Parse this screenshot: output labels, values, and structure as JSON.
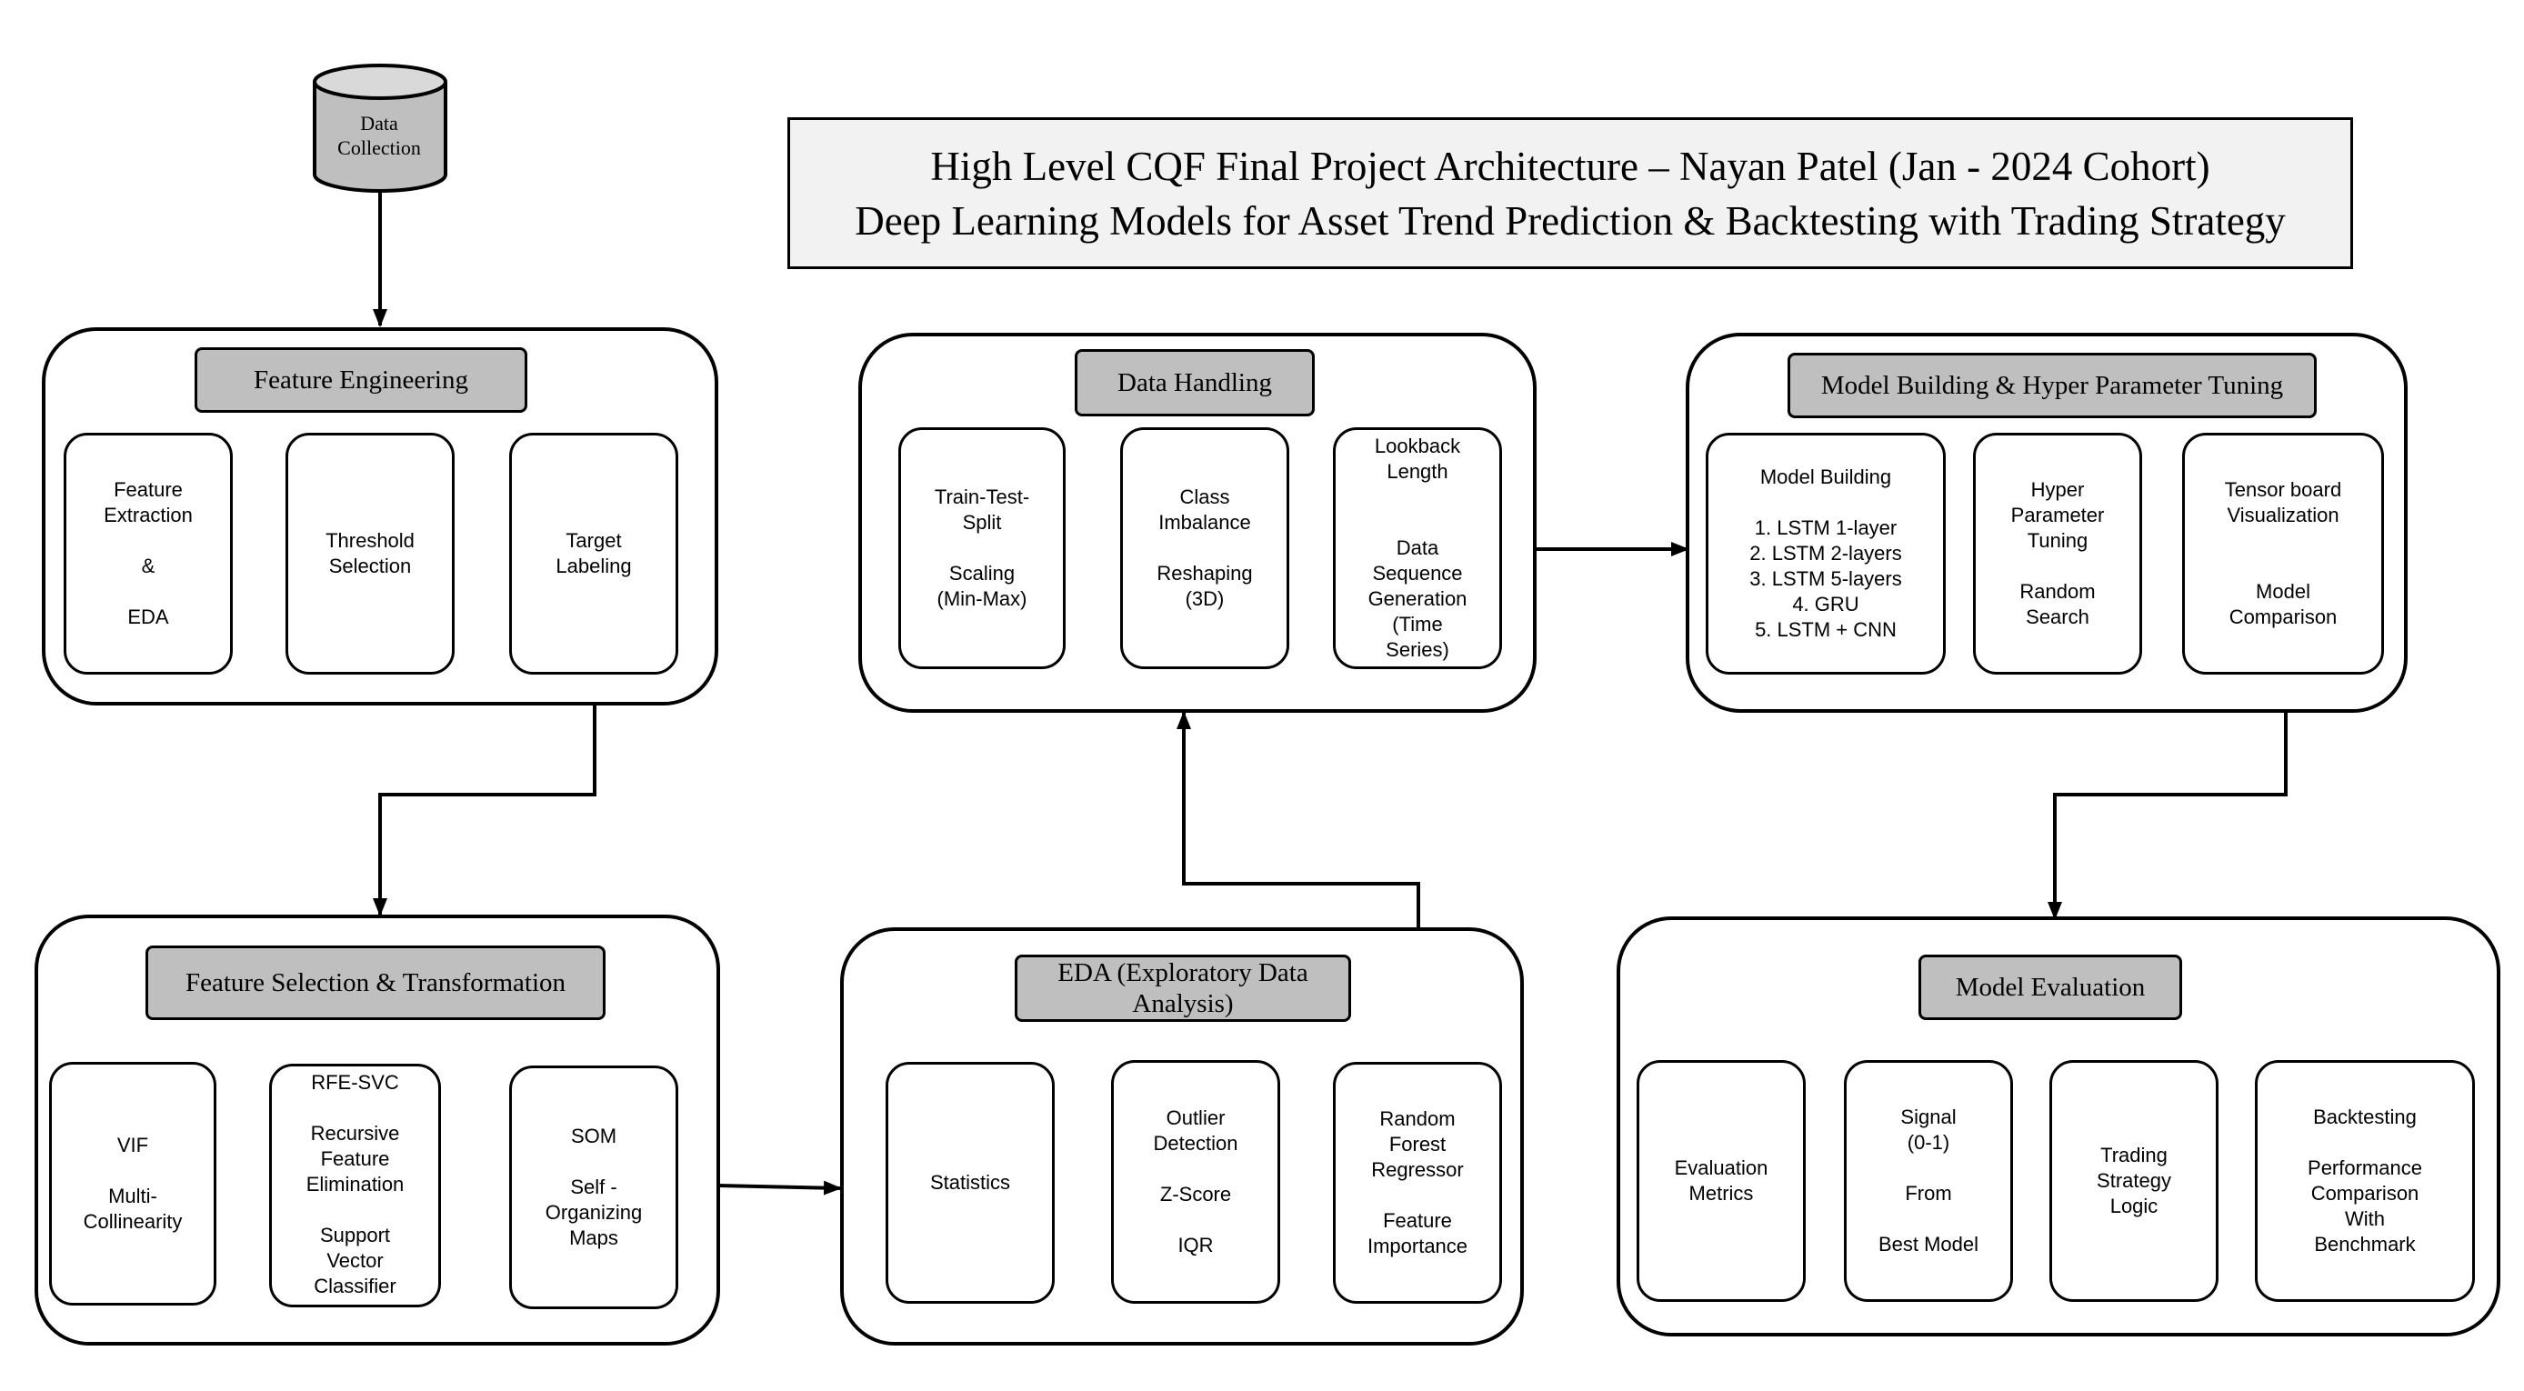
{
  "data_source": {
    "label_lines": [
      "Data",
      "Collection"
    ]
  },
  "title": {
    "line1": "High Level CQF Final Project Architecture – Nayan Patel (Jan - 2024 Cohort)",
    "line2": "Deep Learning Models for Asset Trend Prediction & Backtesting with Trading Strategy"
  },
  "groups": {
    "feature_engineering": {
      "header": "Feature Engineering",
      "boxes": [
        {
          "lines": [
            "Feature",
            "Extraction",
            "",
            "&",
            "",
            "EDA"
          ]
        },
        {
          "lines": [
            "Threshold",
            "Selection"
          ]
        },
        {
          "lines": [
            "Target",
            "Labeling"
          ]
        }
      ]
    },
    "data_handling": {
      "header": "Data Handling",
      "boxes": [
        {
          "lines": [
            "Train-Test-",
            "Split",
            "",
            "Scaling",
            "(Min-Max)"
          ]
        },
        {
          "lines": [
            "Class",
            "Imbalance",
            "",
            "Reshaping",
            "(3D)"
          ]
        },
        {
          "lines": [
            "Lookback",
            "Length",
            "",
            "",
            "Data",
            "Sequence",
            "Generation",
            "(Time",
            "Series)"
          ]
        }
      ]
    },
    "model_building": {
      "header": "Model Building & Hyper Parameter Tuning",
      "boxes": [
        {
          "lines": [
            "Model Building",
            "",
            "1. LSTM 1-layer",
            "2. LSTM 2-layers",
            "3. LSTM  5-layers",
            "4. GRU",
            "5. LSTM + CNN"
          ]
        },
        {
          "lines": [
            "Hyper",
            "Parameter",
            "Tuning",
            "",
            "Random",
            "Search"
          ]
        },
        {
          "lines": [
            "Tensor board",
            "Visualization",
            "",
            "",
            "Model",
            "Comparison"
          ]
        }
      ]
    },
    "feature_selection": {
      "header": "Feature Selection & Transformation",
      "boxes": [
        {
          "lines": [
            "VIF",
            "",
            "Multi-",
            "Collinearity"
          ]
        },
        {
          "lines": [
            "RFE-SVC",
            "",
            "Recursive",
            "Feature",
            "Elimination",
            "",
            "Support",
            "Vector",
            "Classifier"
          ]
        },
        {
          "lines": [
            "SOM",
            "",
            "Self -",
            "Organizing",
            "Maps"
          ]
        }
      ]
    },
    "eda": {
      "header_lines": [
        "EDA (Exploratory Data",
        "Analysis)"
      ],
      "boxes": [
        {
          "lines": [
            "Statistics"
          ]
        },
        {
          "lines": [
            "Outlier",
            "Detection",
            "",
            "Z-Score",
            "",
            "IQR"
          ]
        },
        {
          "lines": [
            "Random",
            "Forest",
            "Regressor",
            "",
            "Feature",
            "Importance"
          ]
        }
      ]
    },
    "model_evaluation": {
      "header": "Model Evaluation",
      "boxes": [
        {
          "lines": [
            "Evaluation",
            "Metrics"
          ]
        },
        {
          "lines": [
            "Signal",
            "(0-1)",
            "",
            "From",
            "",
            "Best Model"
          ]
        },
        {
          "lines": [
            "Trading",
            "Strategy",
            "Logic"
          ]
        },
        {
          "lines": [
            "Backtesting",
            "",
            "Performance",
            "Comparison",
            "With",
            "Benchmark"
          ]
        }
      ]
    }
  }
}
